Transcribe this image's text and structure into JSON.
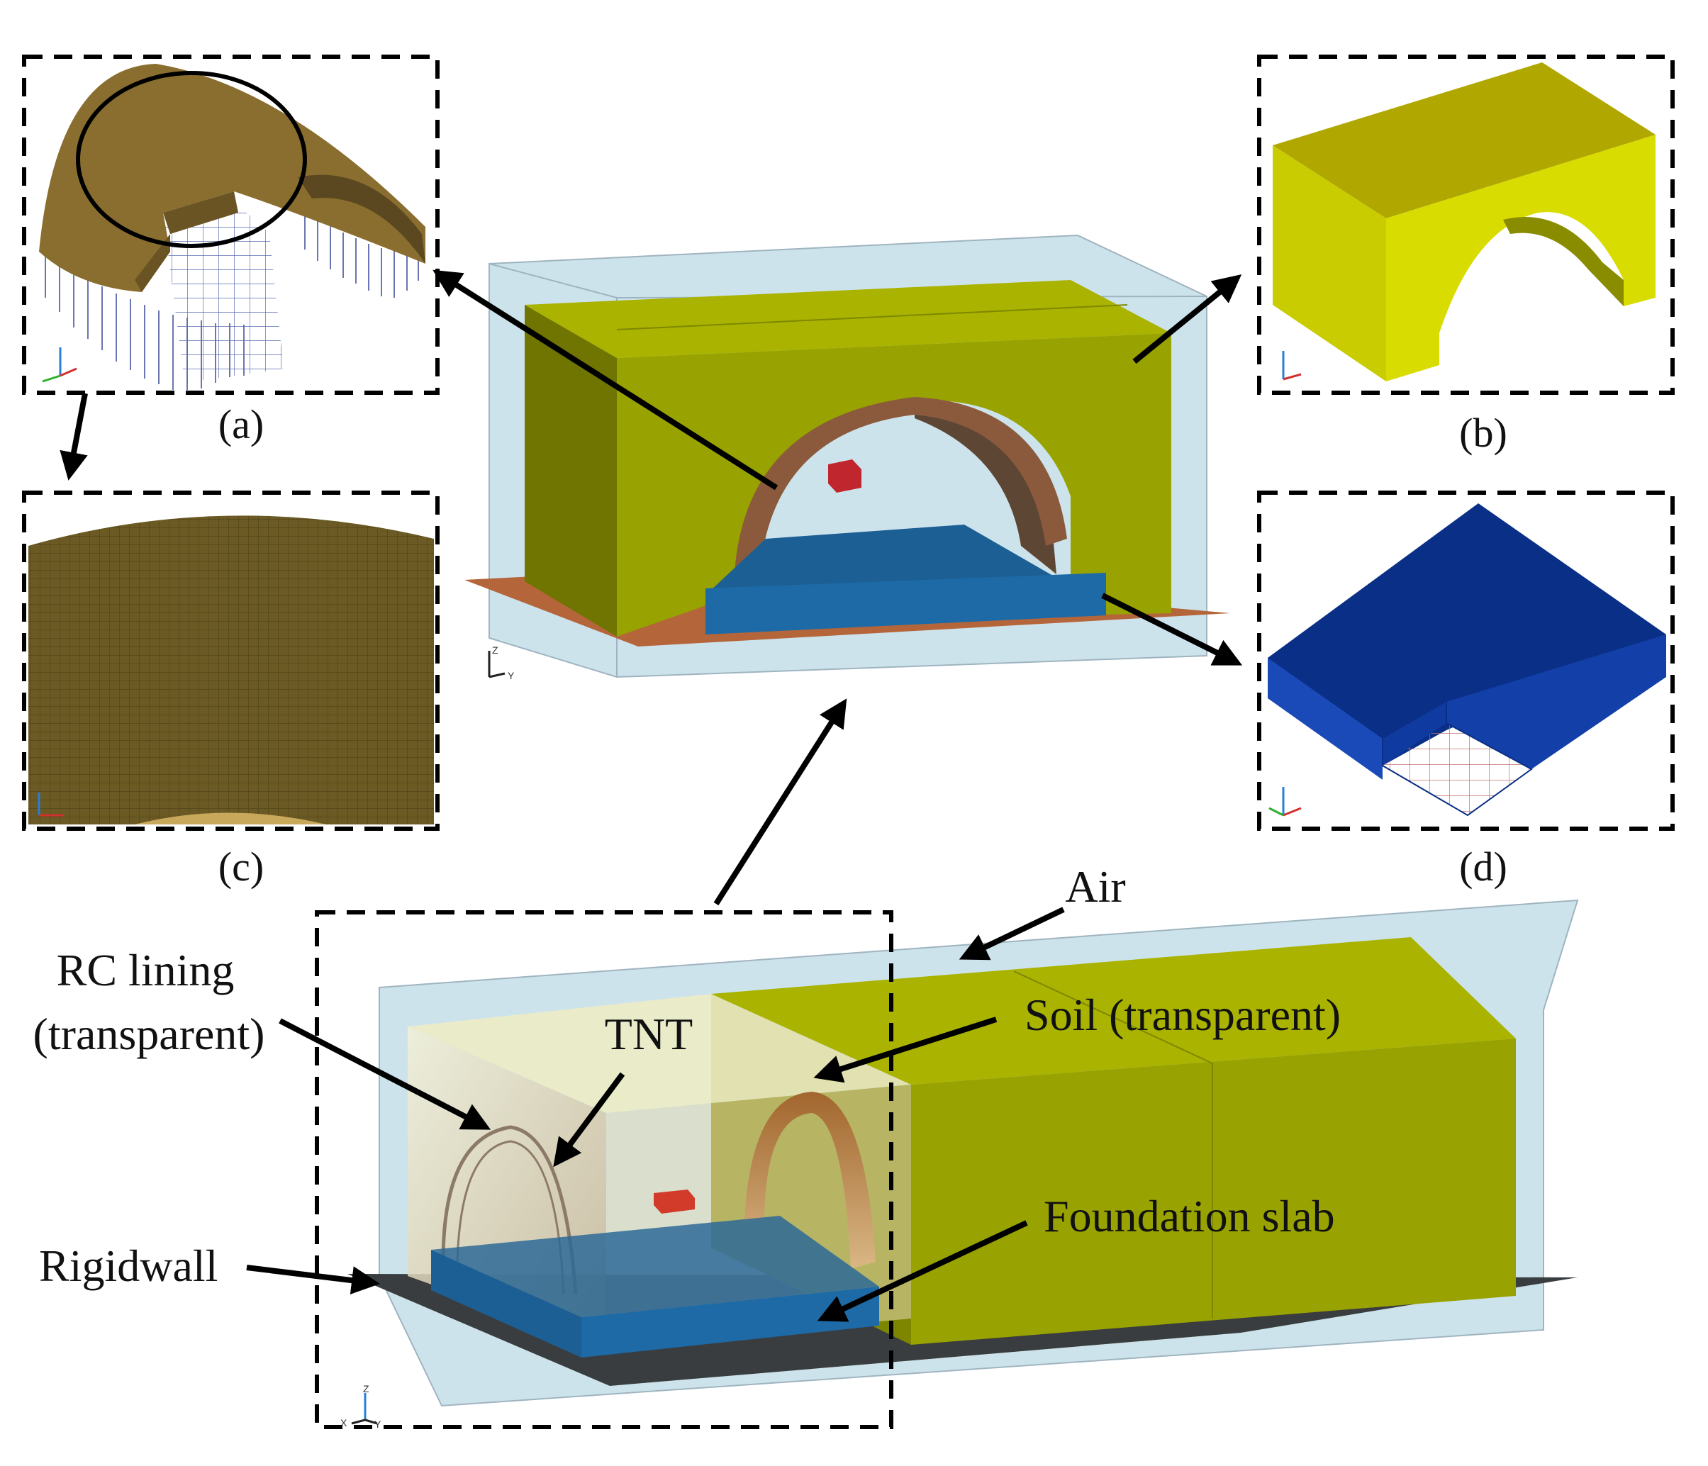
{
  "panels": {
    "a": {
      "caption": "(a)"
    },
    "b": {
      "caption": "(b)"
    },
    "c": {
      "caption": "(c)"
    },
    "d": {
      "caption": "(d)"
    }
  },
  "labels": {
    "air": "Air",
    "rc_lining": [
      "RC lining",
      "(transparent)"
    ],
    "tnt": "TNT",
    "soil": "Soil (transparent)",
    "foundation_slab": "Foundation slab",
    "rigidwall": "Rigidwall"
  },
  "axis_triad": {
    "z": "Z",
    "y": "Y",
    "x": "X"
  },
  "colors": {
    "soil": "#98a200",
    "soil_dark": "#6f7500",
    "soil_side": "#a9b300",
    "lining": "#8b5a3c",
    "lining_dark": "#6b4a36",
    "slab": "#1b5f94",
    "slab_d": "#0a2f86",
    "air": "#c9e2ec",
    "tnt": "#c0262e",
    "rigidwall": "#3a3d3f",
    "base_plate": "#b5653a",
    "yellow_b": "#d8dc00"
  }
}
